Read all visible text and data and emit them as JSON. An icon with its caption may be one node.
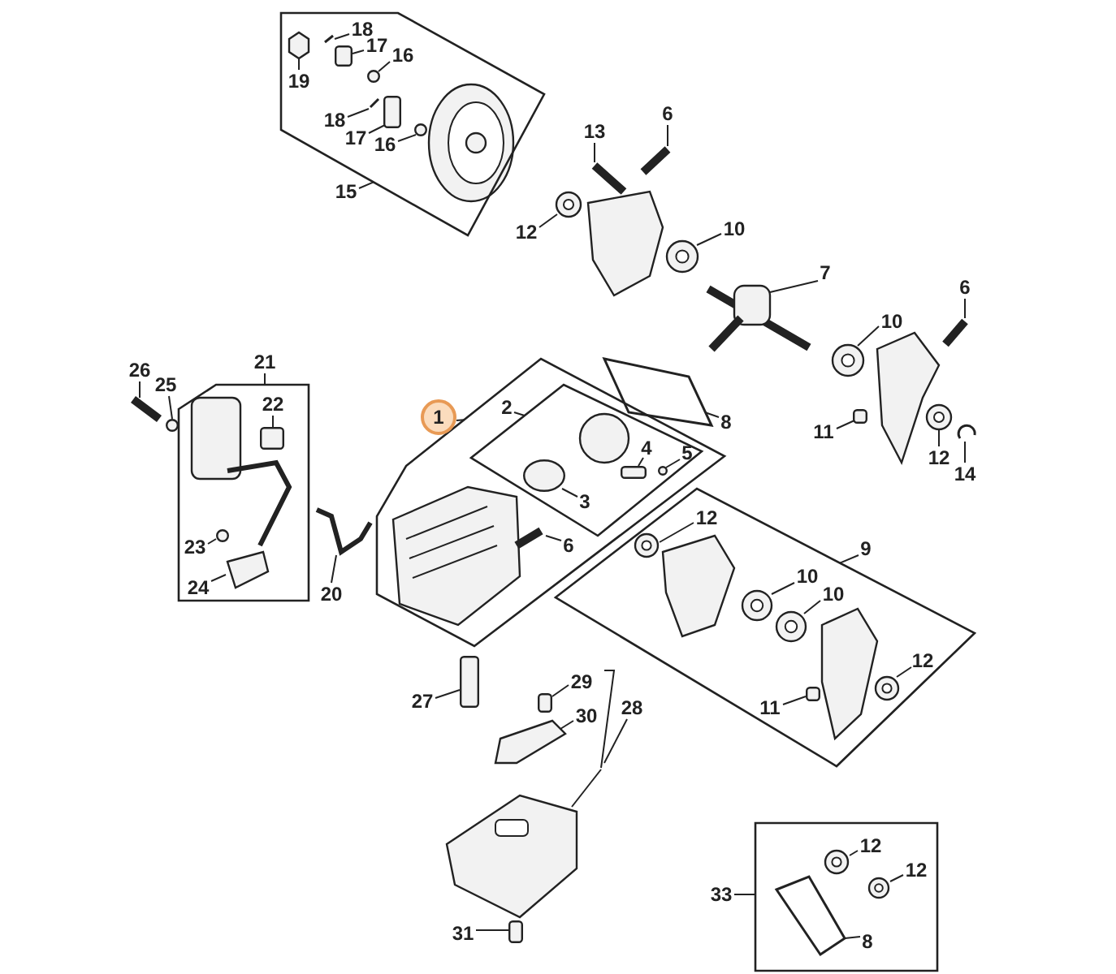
{
  "diagram": {
    "nodes": [
      {
        "text": [],
        "shape": "box"
      },
      {
        "text": [
          "18"
        ],
        "in": 0
      },
      {
        "text": [
          "17"
        ],
        "in": 0
      },
      {
        "text": [
          "16"
        ],
        "in": 0
      },
      {
        "text": [
          "19"
        ],
        "in": 0
      },
      {
        "text": [
          "18"
        ],
        "in": 0
      },
      {
        "text": [
          "17"
        ],
        "in": 0
      },
      {
        "text": [
          "16"
        ],
        "in": 0
      },
      {
        "text": [
          "15"
        ]
      },
      {
        "text": [
          "13"
        ]
      },
      {
        "text": [
          "6"
        ]
      },
      {
        "text": [
          "12"
        ]
      },
      {
        "text": [
          "10"
        ]
      },
      {
        "text": [
          "7"
        ]
      },
      {
        "text": [
          "10"
        ]
      },
      {
        "text": [
          "6"
        ]
      },
      {
        "text": [
          "8"
        ]
      },
      {
        "text": [
          "11"
        ]
      },
      {
        "text": [
          "12"
        ]
      },
      {
        "text": [
          "14"
        ]
      },
      {
        "text": [],
        "shape": "box"
      },
      {
        "text": [
          "21"
        ]
      },
      {
        "text": [
          "26"
        ]
      },
      {
        "text": [
          "25"
        ]
      },
      {
        "text": [
          "22"
        ],
        "in": 20
      },
      {
        "text": [
          "23"
        ],
        "in": 20
      },
      {
        "text": [
          "24"
        ],
        "in": 20
      },
      {
        "text": [
          "20"
        ]
      },
      {
        "text": [],
        "shape": "box"
      },
      {
        "text": [
          "1"
        ]
      },
      {
        "text": [],
        "shape": "box",
        "in": 28
      },
      {
        "text": [
          "2"
        ],
        "in": 28
      },
      {
        "text": [
          "4"
        ],
        "in": 30
      },
      {
        "text": [
          "5"
        ],
        "in": 30
      },
      {
        "text": [
          "3"
        ],
        "in": 30
      },
      {
        "text": [
          "6"
        ],
        "in": 28
      },
      {
        "text": [],
        "shape": "box"
      },
      {
        "text": [
          "9"
        ]
      },
      {
        "text": [
          "12"
        ],
        "in": 36
      },
      {
        "text": [
          "10"
        ],
        "in": 36
      },
      {
        "text": [
          "10"
        ],
        "in": 36
      },
      {
        "text": [
          "12"
        ],
        "in": 36
      },
      {
        "text": [
          "11"
        ],
        "in": 36
      },
      {
        "text": [
          "27"
        ]
      },
      {
        "text": [
          "29"
        ]
      },
      {
        "text": [
          "30"
        ]
      },
      {
        "text": [
          "28"
        ]
      },
      {
        "text": [
          "31"
        ]
      },
      {
        "text": [],
        "shape": "box"
      },
      {
        "text": [
          "33"
        ]
      },
      {
        "text": [
          "12"
        ],
        "in": 48
      },
      {
        "text": [
          "12"
        ],
        "in": 48
      },
      {
        "text": [
          "8"
        ],
        "in": 48
      },
      {
        "text": [],
        "shape": "picture",
        "in": 0
      },
      {
        "text": [],
        "shape": "picture",
        "in": 0
      },
      {
        "text": [],
        "shape": "box",
        "in": 0
      },
      {
        "text": [],
        "shape": "circle",
        "in": 0
      },
      {
        "text": [],
        "shape": "picture",
        "in": 0
      },
      {
        "text": [],
        "shape": "box",
        "in": 0
      },
      {
        "text": [],
        "shape": "circle",
        "in": 0
      },
      {
        "text": [],
        "shape": "picture"
      },
      {
        "text": [],
        "shape": "picture"
      },
      {
        "text": [],
        "shape": "picture"
      },
      {
        "text": [],
        "shape": "picture"
      },
      {
        "text": [],
        "shape": "picture"
      },
      {
        "text": [],
        "shape": "picture"
      },
      {
        "text": [],
        "shape": "picture"
      },
      {
        "text": [],
        "shape": "picture"
      },
      {
        "text": [],
        "shape": "box"
      },
      {
        "text": [],
        "shape": "picture"
      },
      {
        "text": [],
        "shape": "picture"
      },
      {
        "text": [],
        "shape": "picture"
      },
      {
        "text": [],
        "shape": "circle"
      },
      {
        "text": [],
        "shape": "box",
        "in": 20
      },
      {
        "text": [],
        "shape": "circle",
        "in": 20
      },
      {
        "text": [],
        "shape": "picture",
        "in": 20
      },
      {
        "text": [],
        "shape": "picture"
      },
      {
        "text": [],
        "shape": "circle",
        "in": 30
      },
      {
        "text": [],
        "shape": "box",
        "in": 30
      },
      {
        "text": [],
        "shape": "circle",
        "in": 30
      },
      {
        "text": [],
        "shape": "picture",
        "in": 28
      },
      {
        "text": [],
        "shape": "picture",
        "in": 36
      },
      {
        "text": [],
        "shape": "picture",
        "in": 36
      },
      {
        "text": [],
        "shape": "picture",
        "in": 36
      },
      {
        "text": [],
        "shape": "picture",
        "in": 36
      },
      {
        "text": [],
        "shape": "box",
        "in": 36
      },
      {
        "text": [],
        "shape": "box"
      },
      {
        "text": [],
        "shape": "box"
      },
      {
        "text": [],
        "shape": "picture"
      },
      {
        "text": [],
        "shape": "picture"
      },
      {
        "text": [],
        "shape": "box"
      },
      {
        "text": [],
        "shape": "picture",
        "in": 48
      },
      {
        "text": [],
        "shape": "picture",
        "in": 48
      },
      {
        "text": [],
        "shape": "picture",
        "in": 48
      },
      {
        "text": [],
        "shape": "bar"
      }
    ],
    "edges": [
      {
        "from": 1,
        "to": 54,
        "arrow": "none"
      },
      {
        "from": 2,
        "to": 55,
        "arrow": "none"
      },
      {
        "from": 3,
        "to": 56,
        "arrow": "none"
      },
      {
        "from": 4,
        "to": 53,
        "arrow": "none"
      },
      {
        "from": 5,
        "to": 57,
        "arrow": "none"
      },
      {
        "from": 6,
        "to": 58,
        "arrow": "none"
      },
      {
        "from": 7,
        "to": 59,
        "arrow": "none"
      },
      {
        "from": 8,
        "to": 0,
        "arrow": "none"
      },
      {
        "from": 9,
        "to": 60,
        "arrow": "none"
      },
      {
        "from": 10,
        "to": 61,
        "arrow": "none"
      },
      {
        "from": 11,
        "to": 62,
        "arrow": "none"
      },
      {
        "from": 12,
        "to": 63,
        "arrow": "none"
      },
      {
        "from": 13,
        "to": 64,
        "arrow": "none"
      },
      {
        "from": 14,
        "to": 65,
        "arrow": "none"
      },
      {
        "from": 15,
        "to": 66,
        "arrow": "none"
      },
      {
        "from": 16,
        "to": 67,
        "arrow": "none"
      },
      {
        "from": 17,
        "to": 68,
        "arrow": "none"
      },
      {
        "from": 18,
        "to": 69,
        "arrow": "none"
      },
      {
        "from": 19,
        "to": 70,
        "arrow": "none"
      },
      {
        "from": 21,
        "to": 20,
        "arrow": "none"
      },
      {
        "from": 22,
        "to": 71,
        "arrow": "none"
      },
      {
        "from": 23,
        "to": 72,
        "arrow": "none"
      },
      {
        "from": 24,
        "to": 73,
        "arrow": "none"
      },
      {
        "from": 25,
        "to": 74,
        "arrow": "none"
      },
      {
        "from": 26,
        "to": 75,
        "arrow": "none"
      },
      {
        "from": 27,
        "to": 76,
        "arrow": "none"
      },
      {
        "from": 29,
        "to": 28,
        "arrow": "none"
      },
      {
        "from": 31,
        "to": 30,
        "arrow": "none"
      },
      {
        "from": 32,
        "to": 78,
        "arrow": "none"
      },
      {
        "from": 33,
        "to": 79,
        "arrow": "none"
      },
      {
        "from": 34,
        "to": 77,
        "arrow": "none"
      },
      {
        "from": 35,
        "to": 80,
        "arrow": "none"
      },
      {
        "from": 37,
        "to": 36,
        "arrow": "none"
      },
      {
        "from": 38,
        "to": 81,
        "arrow": "none"
      },
      {
        "from": 39,
        "to": 82,
        "arrow": "none"
      },
      {
        "from": 40,
        "to": 83,
        "arrow": "none"
      },
      {
        "from": 41,
        "to": 84,
        "arrow": "none"
      },
      {
        "from": 42,
        "to": 85,
        "arrow": "none"
      },
      {
        "from": 43,
        "to": 86,
        "arrow": "none"
      },
      {
        "from": 44,
        "to": 87,
        "arrow": "none"
      },
      {
        "from": 45,
        "to": 88,
        "arrow": "none"
      },
      {
        "from": 46,
        "to": 94,
        "arrow": "none"
      },
      {
        "from": 94,
        "to": 89,
        "arrow": "none"
      },
      {
        "from": 47,
        "to": 90,
        "arrow": "none"
      },
      {
        "from": 49,
        "to": 48,
        "arrow": "none"
      },
      {
        "from": 50,
        "to": 91,
        "arrow": "none"
      },
      {
        "from": 51,
        "to": 92,
        "arrow": "none"
      },
      {
        "from": 52,
        "to": 93,
        "arrow": "none"
      }
    ]
  }
}
